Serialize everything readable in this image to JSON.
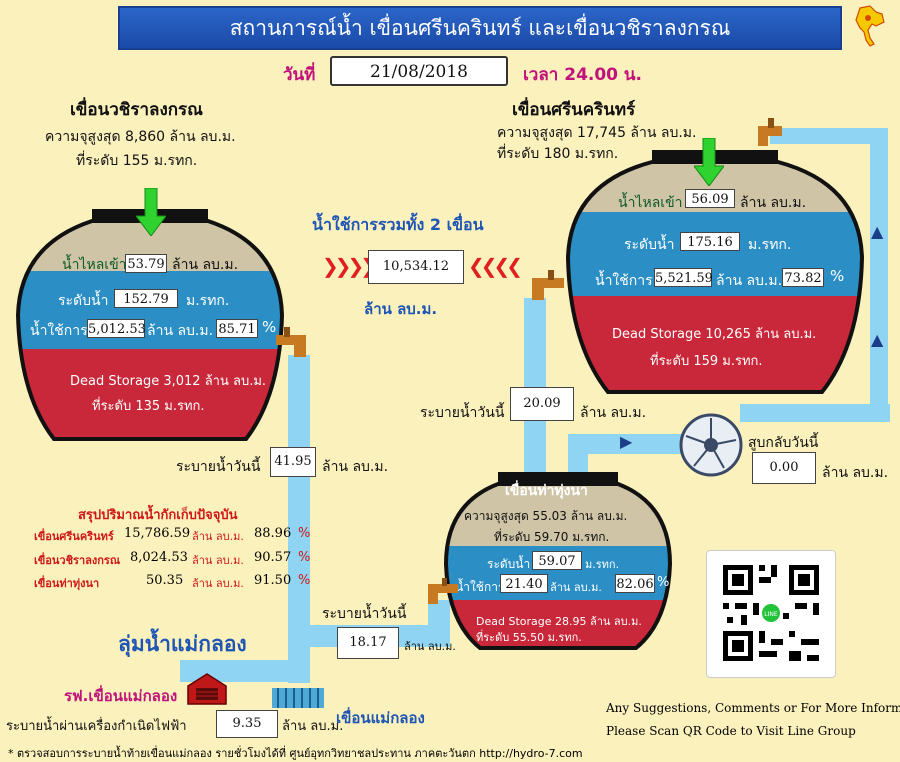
{
  "header": {
    "title": "สถานการณ์น้ำ เขื่อนศรีนครินทร์ และเขื่อนวชิราลงกรณ",
    "date_label": "วันที่",
    "date_value": "21/08/2018",
    "time_label": "เวลา 24.00 น."
  },
  "vajiralongkorn": {
    "name": "เขื่อนวชิราลงกรณ",
    "capacity": "ความจุสูงสุด 8,860 ล้าน ลบ.ม.",
    "max_level": "ที่ระดับ 155 ม.รทก.",
    "inflow_label": "น้ำไหลเข้า",
    "inflow_value": "53.79",
    "inflow_unit": "ล้าน ลบ.ม.",
    "level_label": "ระดับน้ำ",
    "level_value": "152.79",
    "level_unit": "ม.รทก.",
    "usable_label": "น้ำใช้การ",
    "usable_value": "5,012.53",
    "usable_unit": "ล้าน ลบ.ม.",
    "usable_pct": "85.71",
    "pct_sign": "%",
    "dead_storage": "Dead Storage 3,012 ล้าน ลบ.ม.",
    "dead_level": "ที่ระดับ 135 ม.รทก.",
    "release_label": "ระบายน้ำวันนี้",
    "release_value": "41.95",
    "release_unit": "ล้าน ลบ.ม."
  },
  "total": {
    "label": "น้ำใช้การรวมทั้ง 2 เขื่อน",
    "value": "10,534.12",
    "unit": "ล้าน ลบ.ม."
  },
  "srinagarind": {
    "name": "เขื่อนศรีนครินทร์",
    "capacity": "ความจุสูงสุด 17,745 ล้าน ลบ.ม.",
    "max_level": "ที่ระดับ 180 ม.รทก.",
    "inflow_label": "น้ำไหลเข้า",
    "inflow_value": "56.09",
    "inflow_unit": "ล้าน ลบ.ม.",
    "level_label": "ระดับน้ำ",
    "level_value": "175.16",
    "level_unit": "ม.รทก.",
    "usable_label": "น้ำใช้การ",
    "usable_value": "5,521.59",
    "usable_unit": "ล้าน ลบ.ม.",
    "usable_pct": "73.82",
    "pct_sign": "%",
    "dead_storage": "Dead Storage 10,265 ล้าน ลบ.ม.",
    "dead_level": "ที่ระดับ 159 ม.รทก.",
    "release_label": "ระบายน้ำวันนี้",
    "release_value": "20.09",
    "release_unit": "ล้าน ลบ.ม.",
    "pumpback_label": "สูบกลับวันนี้",
    "pumpback_value": "0.00",
    "pumpback_unit": "ล้าน ลบ.ม."
  },
  "thathungna": {
    "name": "เขื่อนท่าทุ่งนา",
    "capacity": "ความจุสูงสุด 55.03 ล้าน ลบ.ม.",
    "max_level": "ที่ระดับ 59.70 ม.รทก.",
    "level_label": "ระดับน้ำ",
    "level_value": "59.07",
    "level_unit": "ม.รทก.",
    "usable_label": "น้ำใช้การ",
    "usable_value": "21.40",
    "usable_unit": "ล้าน ลบ.ม.",
    "usable_pct": "82.06",
    "pct_sign": "%",
    "dead_storage": "Dead Storage 28.95 ล้าน ลบ.ม.",
    "dead_level": "ที่ระดับ 55.50 ม.รทก.",
    "release_label": "ระบายน้ำวันนี้",
    "release_value": "18.17",
    "release_unit": "ล้าน ลบ.ม."
  },
  "summary": {
    "title": "สรุปปริมาณน้ำกักเก็บปัจจุบัน",
    "rows": [
      {
        "name": "เขื่อนศรีนครินทร์",
        "value": "15,786.59",
        "unit": "ล้าน ลบ.ม.",
        "pct": "88.96",
        "sign": "%"
      },
      {
        "name": "เขื่อนวชิราลงกรณ",
        "value": "8,024.53",
        "unit": "ล้าน ลบ.ม.",
        "pct": "90.57",
        "sign": "%"
      },
      {
        "name": "เขื่อนท่าทุ่งนา",
        "value": "50.35",
        "unit": "ล้าน ลบ.ม.",
        "pct": "91.50",
        "sign": "%"
      }
    ]
  },
  "basin": {
    "name": "ลุ่มน้ำแม่กลอง",
    "powerhouse": "รฟ.เขื่อนแม่กลอง",
    "turbine_label": "ระบายน้ำผ่านเครื่องกำเนิดไฟฟ้า",
    "turbine_value": "9.35",
    "turbine_unit": "ล้าน ลบ.ม.",
    "maeklong_dam": "เขื่อนแม่กลอง"
  },
  "footer": {
    "suggest_line1": "Any Suggestions, Comments or For More Information",
    "suggest_line2": "Please Scan QR Code to Visit Line Group",
    "note": "* ตรวจสอบการระบายน้ำท้ายเขื่อนแม่กลอง รายชั่วโมงได้ที่ ศูนย์อุทกวิทยาชลประทาน ภาคตะวันตก http://hydro-7.com"
  },
  "colors": {
    "background": "#fbf1bd",
    "title_blue": "#1f55b5",
    "water_beige": "#cfc4a6",
    "water_blue": "#2b8fc6",
    "water_red": "#c8283a",
    "pipe": "#8fd4f2",
    "arrow_green": "#2fd22f",
    "arrow_red": "#e02020"
  }
}
